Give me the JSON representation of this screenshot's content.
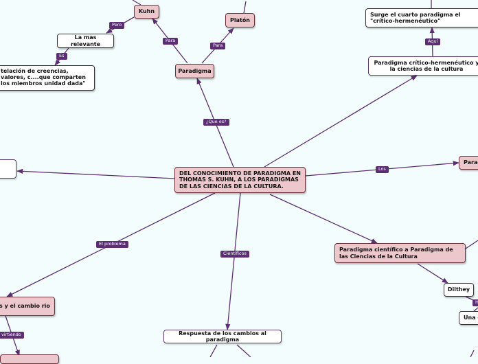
{
  "nodes": {
    "central": "DEL CONOCIMIENTO DE PARADIGMA EN THOMAS S. KUHN, A LOS PARADIGMAS DE LAS CIENCIAS DE LA CULTURA.",
    "paradigma": "Paradigma",
    "kuhn": "Kuhn",
    "platon": "Platón",
    "relevante": "La mas relevante",
    "constelacion": "telación de creencias, valores, c....que comparten los miembros unidad dada\"",
    "surge": "Surge el cuarto paradigma el \"crítico-hermenéutico\"",
    "critico": "Paradigma crítico-hermenéutico y la ciencias de la cultura",
    "parag_right": "Parag",
    "cientifico": "Paradigma científico a Paradigma de las Ciencias de la Cultura",
    "dilthey": "Dilthey",
    "una": "Una c",
    "cambio": "s y  el cambio rio",
    "respuesta": "Respuesta de los cambios al paradigma"
  },
  "labels": {
    "queEs": "¿Que es?",
    "para1": "Para",
    "para2": "Para",
    "pero": "Pero",
    "es": "Es",
    "aqui": "Aqui",
    "los": "Los",
    "problema": "El problema",
    "cientificos": "Científicos",
    "virtiendo": "virtiendo",
    "h": "H"
  },
  "colors": {
    "line": "#5b2e73",
    "node_pink": "#ecc8cc",
    "background": "#f3fdfd"
  }
}
